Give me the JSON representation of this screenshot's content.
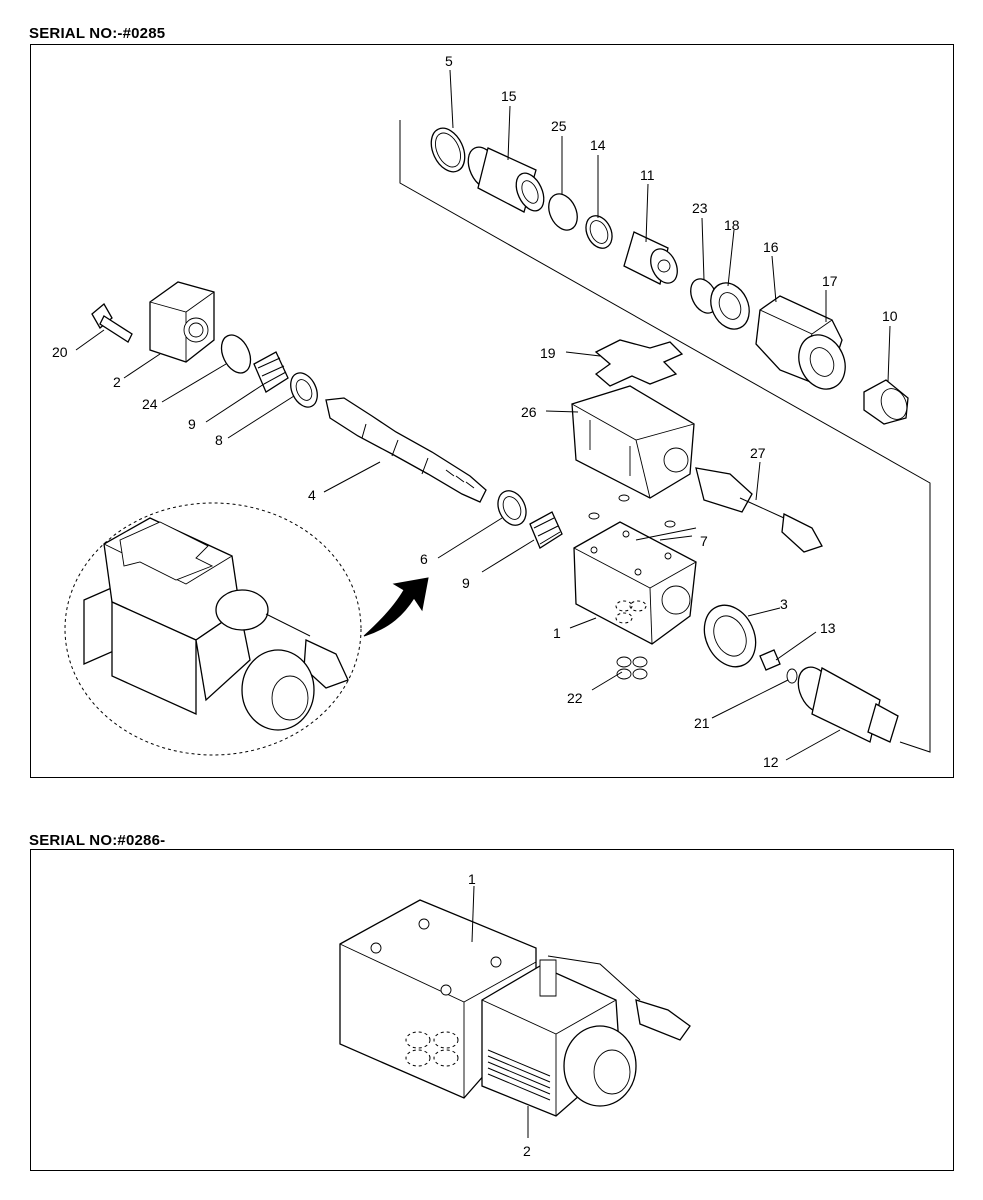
{
  "sections": [
    {
      "title": "SERIAL NO:-#0285",
      "callouts": [
        "5",
        "15",
        "25",
        "14",
        "11",
        "23",
        "18",
        "16",
        "17",
        "10",
        "19",
        "26",
        "27",
        "7",
        "3",
        "13",
        "21",
        "12",
        "1",
        "22",
        "9",
        "6",
        "4",
        "8",
        "9",
        "24",
        "2",
        "20"
      ]
    },
    {
      "title": "SERIAL NO:#0286-",
      "callouts": [
        "1",
        "2"
      ]
    }
  ]
}
